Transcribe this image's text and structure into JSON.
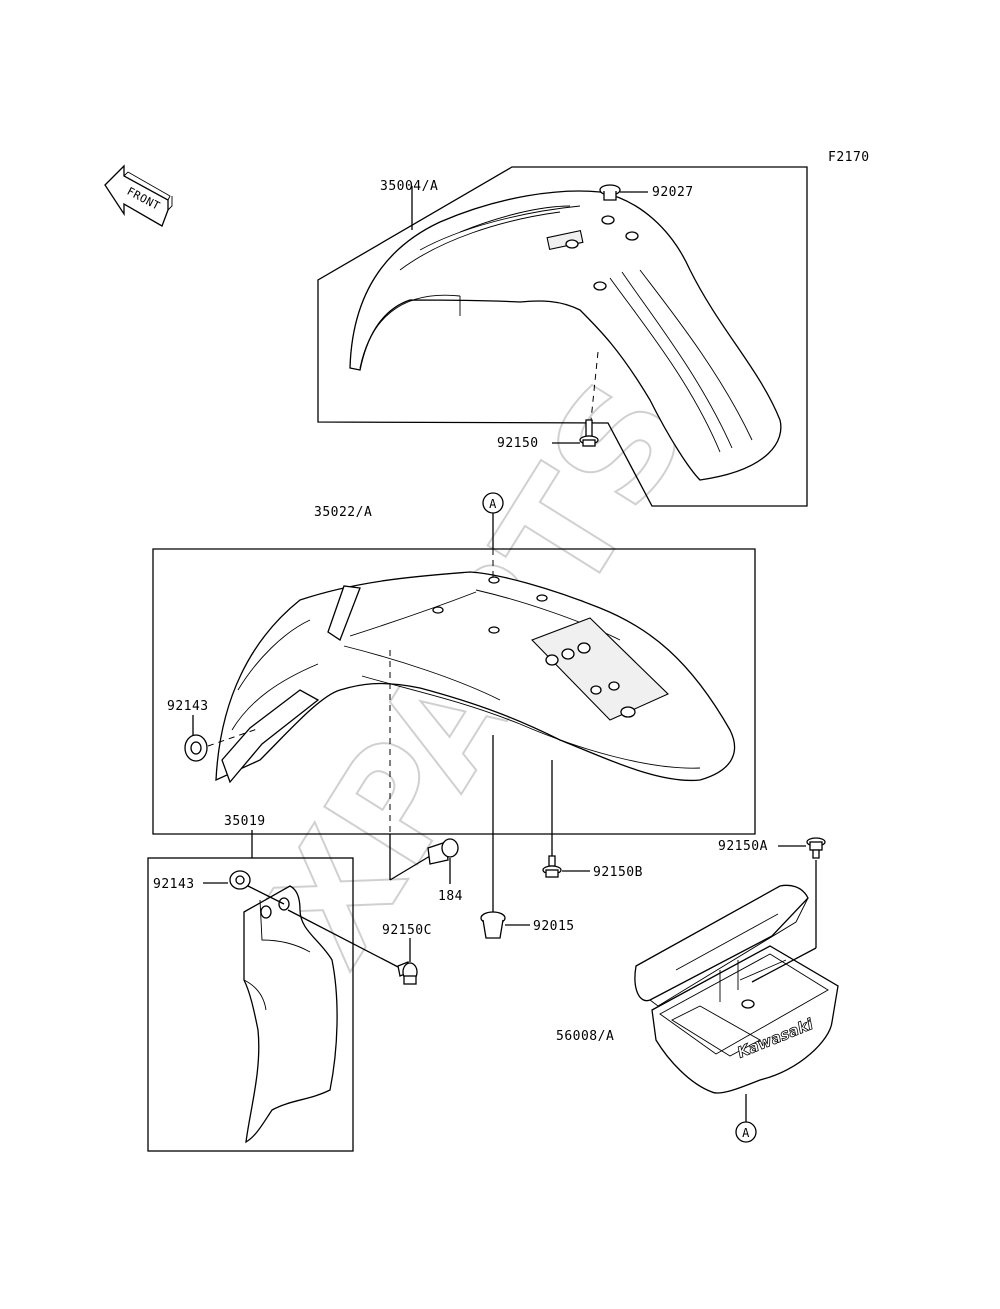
{
  "figure_code": "F2170",
  "front_arrow_text": "FRONT",
  "watermark": "XPARTS",
  "ref_marker": "A",
  "kawasaki_logo": "Kawasaki",
  "labels": {
    "front_fender": "35004/A",
    "rear_fender": "35022/A",
    "flap": "35019",
    "tool_box": "56008/A",
    "p92027": "92027",
    "p92150": "92150",
    "p92143_rear": "92143",
    "p92143_flap": "92143",
    "p184": "184",
    "p92150b": "92150B",
    "p92150c": "92150C",
    "p92015": "92015",
    "p92150a": "92150A"
  }
}
